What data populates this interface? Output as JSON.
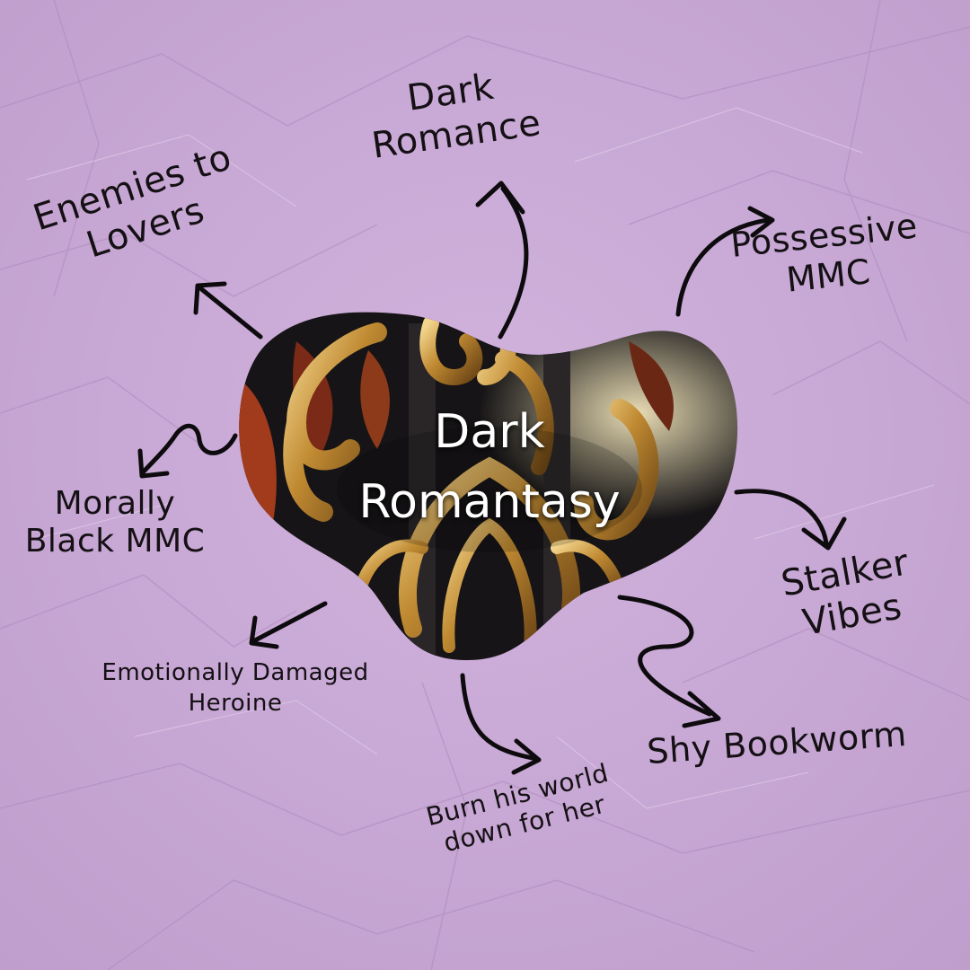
{
  "center": {
    "line1": "Dark",
    "line2": "Romantasy"
  },
  "tropes": {
    "dark_romance": {
      "line1": "Dark",
      "line2": "Romance"
    },
    "enemies_to_lovers": {
      "line1": "Enemies to",
      "line2": "Lovers"
    },
    "possessive_mmc": {
      "line1": "Possessive",
      "line2": "MMC"
    },
    "morally_black_mmc": {
      "line1": "Morally",
      "line2": "Black MMC"
    },
    "stalker_vibes": {
      "line1": "Stalker",
      "line2": "Vibes"
    },
    "emotionally_damaged_heroine": {
      "line1": "Emotionally Damaged",
      "line2": "Heroine"
    },
    "shy_bookworm": {
      "line1": "Shy Bookworm"
    },
    "burn_his_world": {
      "line1": "Burn his world",
      "line2": "down for her"
    }
  },
  "colors": {
    "background": "#c9a9d6",
    "text": "#141014",
    "arrow": "#0e0b0e",
    "gold": "#c9953a",
    "blob_dark": "#161416"
  }
}
